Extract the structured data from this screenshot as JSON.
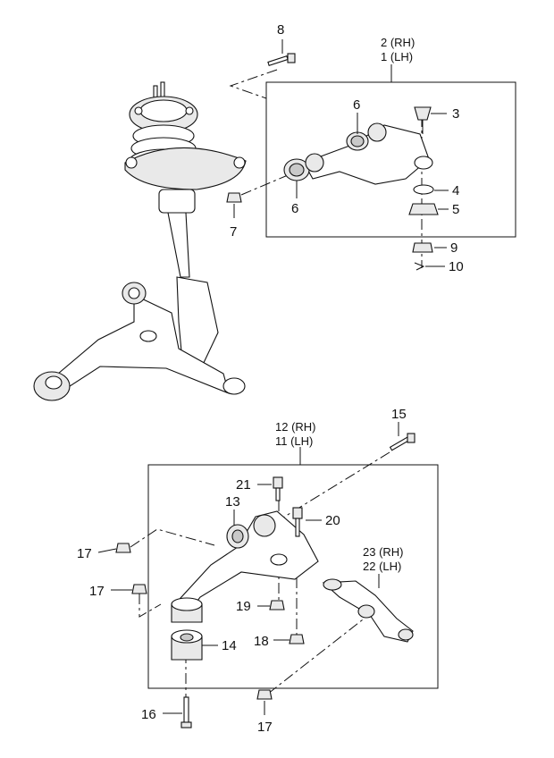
{
  "callouts": {
    "c1": "1 (LH)",
    "c2": "2 (RH)",
    "c3": "3",
    "c4": "4",
    "c5": "5",
    "c6a": "6",
    "c6b": "6",
    "c7": "7",
    "c8": "8",
    "c9": "9",
    "c10": "10",
    "c11": "11 (LH)",
    "c12": "12 (RH)",
    "c13": "13",
    "c14": "14",
    "c15": "15",
    "c16": "16",
    "c17a": "17",
    "c17b": "17",
    "c17c": "17",
    "c18": "18",
    "c19": "19",
    "c20": "20",
    "c21": "21",
    "c22": "22 (LH)",
    "c23": "23 (RH)"
  }
}
